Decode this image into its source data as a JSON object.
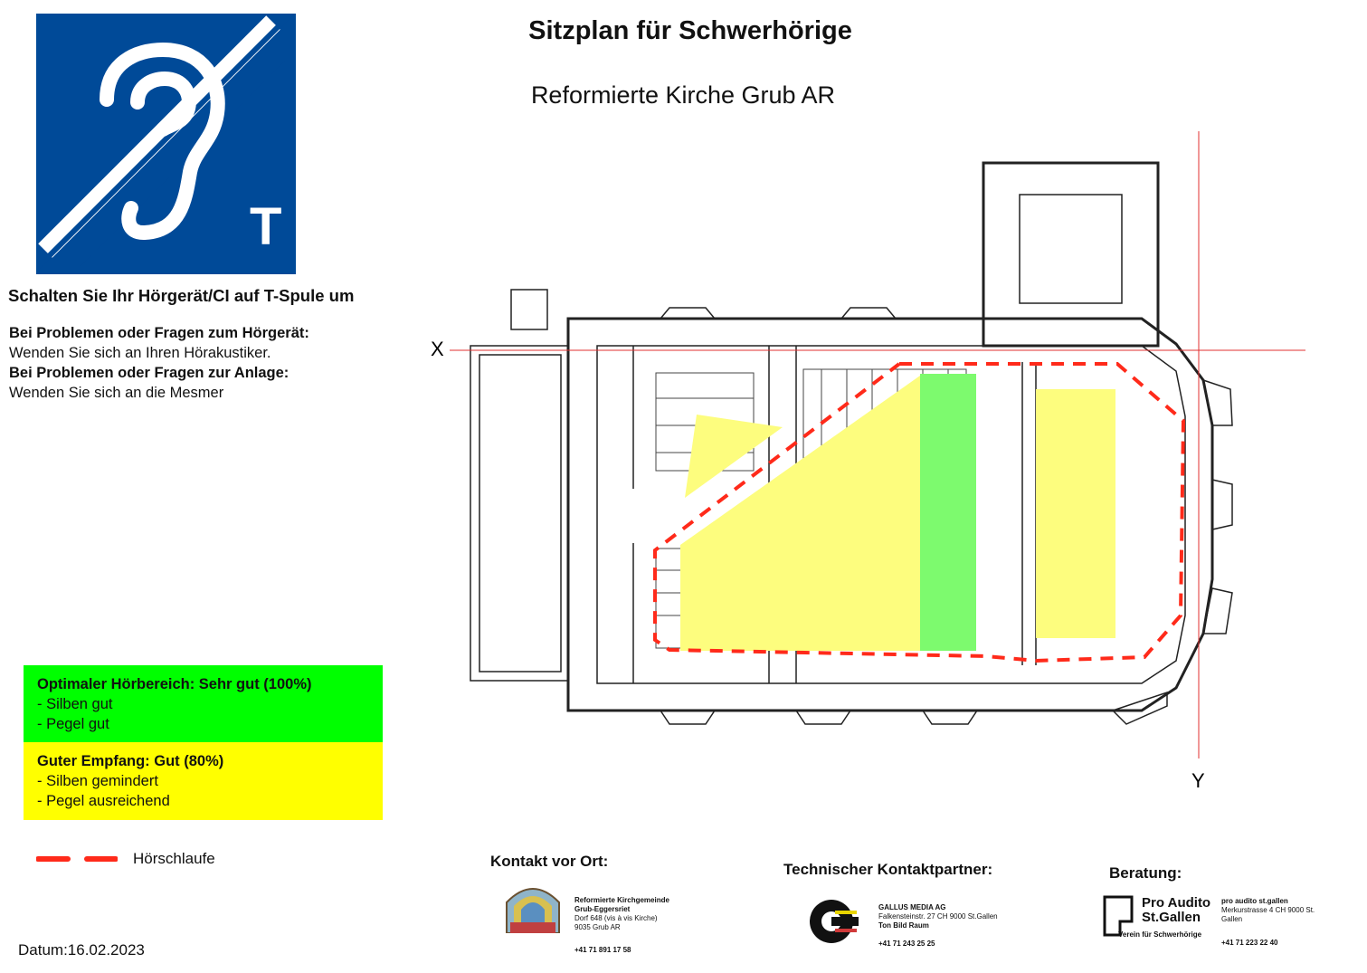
{
  "header": {
    "title": "Sitzplan für Schwerhörige",
    "subtitle": "Reformierte Kirche Grub AR"
  },
  "logo": {
    "icon": "hearing-loop-t-icon",
    "letter": "T",
    "bg_color": "#004a98"
  },
  "info": {
    "heading": "Schalten Sie Ihr Hörgerät/CI auf T-Spule um",
    "q1": "Bei Problemen oder Fragen zum Hörgerät:",
    "a1": "Wenden Sie sich an Ihren Hörakustiker.",
    "q2": "Bei Problemen oder Fragen zur Anlage:",
    "a2": "Wenden Sie sich an die Mesmer"
  },
  "legend": {
    "green": {
      "title": "Optimaler Hörbereich: Sehr gut (100%)",
      "line1": "- Silben gut",
      "line2": "- Pegel gut",
      "color": "#00ff00"
    },
    "yellow": {
      "title": "Guter Empfang: Gut (80%)",
      "line1": "- Silben gemindert",
      "line2": "- Pegel ausreichend",
      "color": "#ffff00"
    },
    "loop_label": "Hörschlaufe",
    "loop_color": "#ff2a1a"
  },
  "plan": {
    "axis_x": "X",
    "axis_y": "Y",
    "zone_green_color": "#7dfa6e",
    "zone_yellow_color": "#fdfd7e"
  },
  "date": "Datum:16.02.2023",
  "contacts": {
    "local": {
      "heading": "Kontakt vor Ort:",
      "org1": "Reformierte Kirchgemeinde",
      "org2": "Grub-Eggersriet",
      "addr1": "Dorf 648 (vis à vis Kirche)",
      "addr2": "9035 Grub AR",
      "phone": "+41 71 891 17 58"
    },
    "technical": {
      "heading": "Technischer Kontaktpartner:",
      "org": "GALLUS MEDIA AG",
      "addr": "Falkensteinstr. 27 CH 9000 St.Gallen",
      "sub": "Ton Bild Raum",
      "phone": "+41 71 243 25 25"
    },
    "advice": {
      "heading": "Beratung:",
      "logo_line1": "Pro Audito",
      "logo_line2": "St.Gallen",
      "logo_tag": "Verein für Schwerhörige",
      "org": "pro audito st.gallen",
      "addr": "Merkurstrasse 4 CH 9000 St. Gallen",
      "phone": "+41 71 223 22 40"
    }
  }
}
